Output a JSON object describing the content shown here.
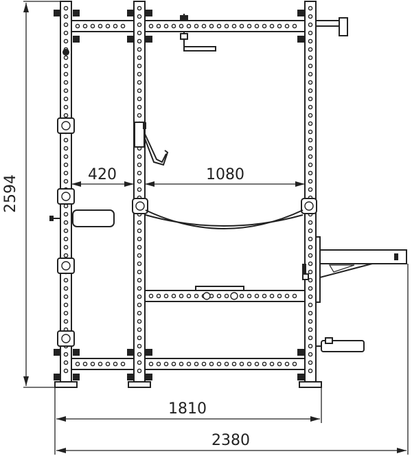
{
  "dimensions": {
    "height_total": "2594",
    "inner_spacing_left": "420",
    "inner_spacing_right": "1080",
    "base_width": "1810",
    "total_width": "2380"
  }
}
